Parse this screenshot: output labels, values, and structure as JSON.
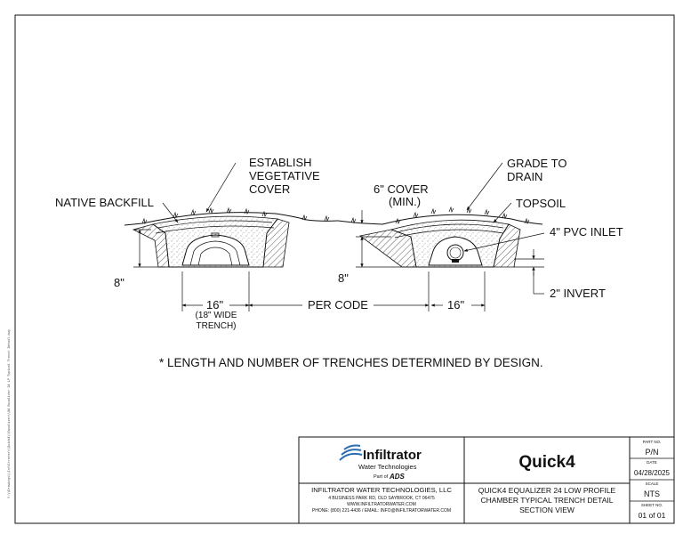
{
  "border_side_text": "Y:\\\\Drawings\\\\Infiltrator\\\\Quick4\\\\Equalizer\\\\Q4 Equalizer 24 LP Typical Trench Detail.dwg",
  "labels": {
    "establish": [
      "ESTABLISH",
      "VEGETATIVE",
      "COVER"
    ],
    "native_backfill": "NATIVE BACKFILL",
    "cover": [
      "6\" COVER",
      "(MIN.)"
    ],
    "grade": [
      "GRADE TO",
      "DRAIN"
    ],
    "topsoil": "TOPSOIL",
    "pvc_inlet": "4\" PVC INLET",
    "invert": "2\" INVERT",
    "dim_8_left": "8\"",
    "dim_8_right": "8\"",
    "dim_16_left": "16\"",
    "dim_16_right": "16\"",
    "wide_trench": [
      "(18\" WIDE",
      "TRENCH)"
    ],
    "per_code": "PER CODE"
  },
  "note": "* LENGTH AND NUMBER OF TRENCHES DETERMINED BY DESIGN.",
  "title_block": {
    "logo_name": "Infiltrator",
    "logo_tag": "Water Technologies",
    "logo_partof": "Part of",
    "logo_ads": "ADS",
    "product": "Quick4",
    "company": "INFILTRATOR WATER TECHNOLOGIES, LLC",
    "address": "4 BUSINESS PARK RD, OLD SAYBROOK, CT 06475",
    "website": "WWW.INFILTRATORWATER.COM",
    "contact": "PHONE: (800) 221-4436 / EMAIL: INFO@INFILTRATORWATER.COM",
    "title_lines": [
      "QUICK4 EQUALIZER 24 LOW PROFILE",
      "CHAMBER TYPICAL TRENCH DETAIL",
      "SECTION VIEW"
    ],
    "part_no_label": "PART NO.",
    "part_no": "P/N",
    "date_label": "DATE",
    "date": "04/28/2025",
    "scale_label": "SCALE",
    "scale": "NTS",
    "sheet_label": "SHEET NO.",
    "sheet": "01 of 01"
  },
  "colors": {
    "line": "#111111",
    "logo_blue": "#2a6db3",
    "product_blue": "#2e8fd1"
  }
}
